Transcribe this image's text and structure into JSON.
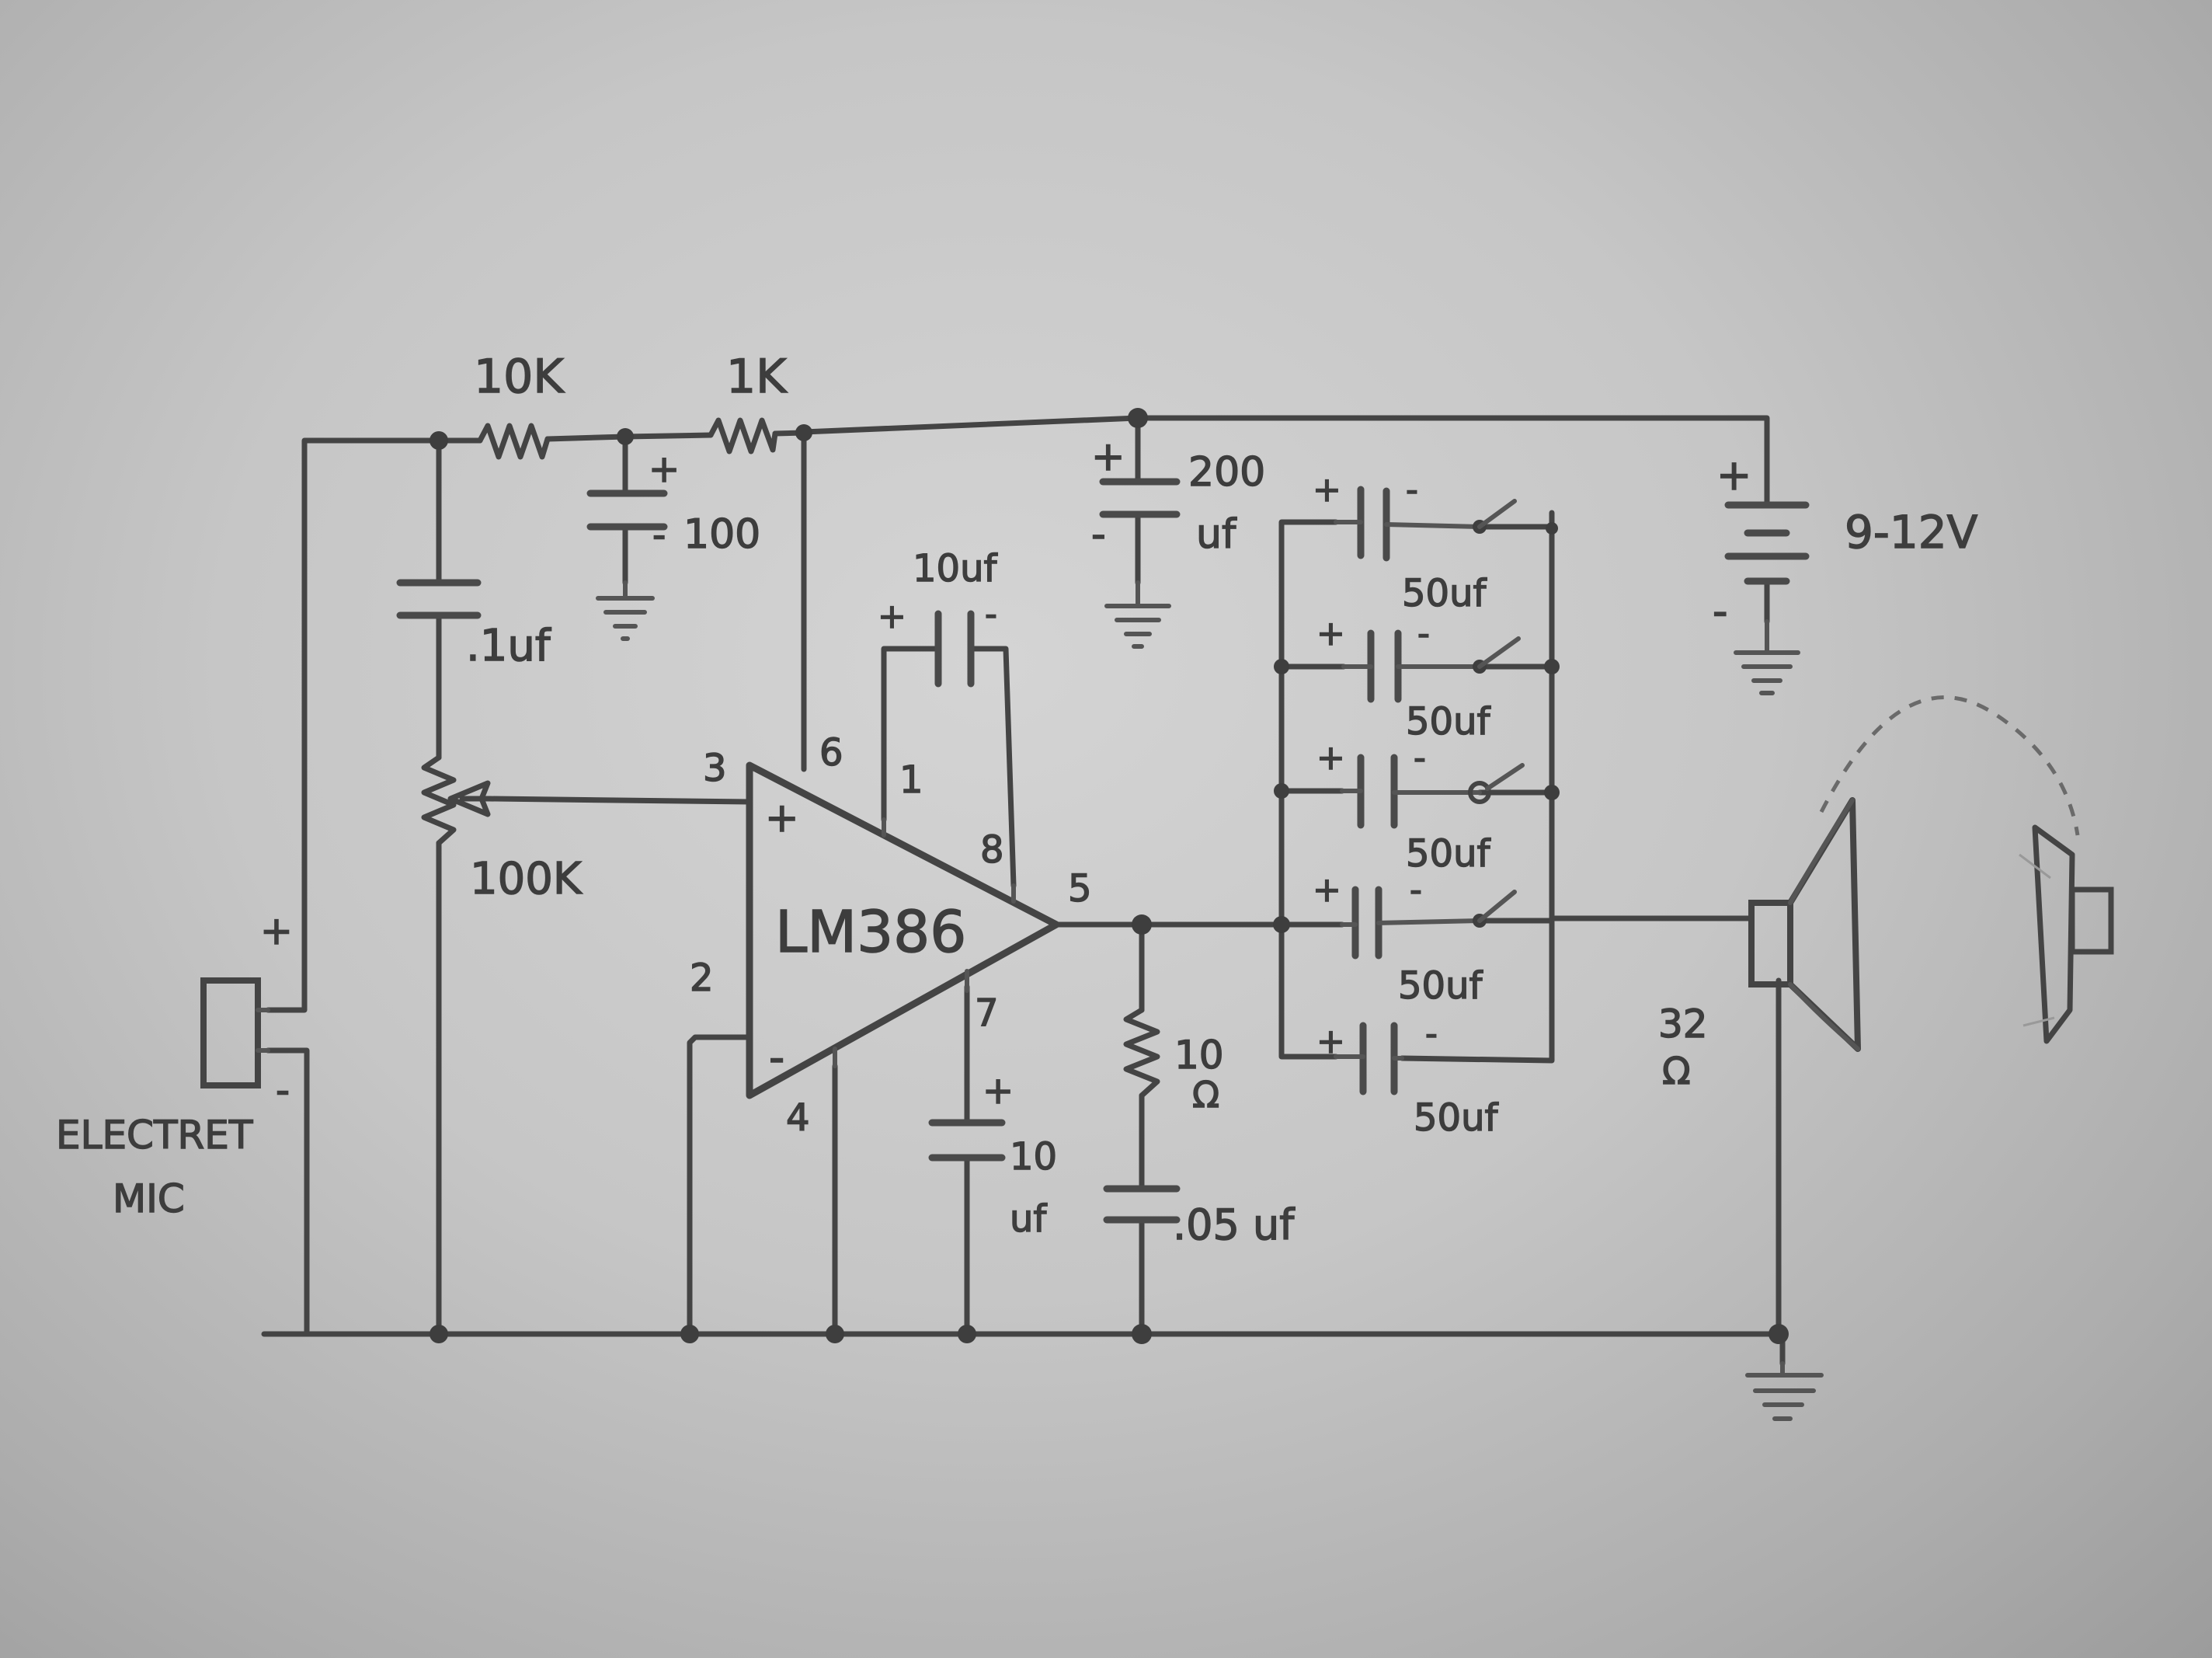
{
  "labels": {
    "r_10k": "10K",
    "r_1k": "1K",
    "c_100": "100",
    "c_100_plus": "+",
    "c_100_minus": "-",
    "c_200": "200",
    "c_200_uf": "uf",
    "c_200_plus": "+",
    "c_200_minus": "-",
    "c_1uf": ".1uf",
    "pot": "100K",
    "mic_line1": "ELECTRET",
    "mic_line2": "MIC",
    "mic_plus": "+",
    "mic_minus": "-",
    "chip": "LM386",
    "c_gain": "10uf",
    "c_gain_plus": "+",
    "c_gain_minus": "-",
    "pin1": "1",
    "pin2": "2",
    "pin3": "3",
    "pin4": "4",
    "pin5": "5",
    "pin6": "6",
    "pin7": "7",
    "pin8": "8",
    "opamp_plus": "+",
    "opamp_minus": "-",
    "c_bypass_top": "10",
    "c_bypass_bottom": "uf",
    "c_bypass_plus": "+",
    "r_zobel": "10",
    "r_zobel_unit": "Ω",
    "c_zobel": ".05 uf",
    "cap_bank": [
      "50uf",
      "50uf",
      "50uf",
      "50uf",
      "50uf"
    ],
    "cap_plus": "+",
    "cap_minus": "-",
    "battery": "9-12V",
    "battery_plus": "+",
    "battery_minus": "-",
    "speaker": "32",
    "speaker_unit": "Ω"
  }
}
